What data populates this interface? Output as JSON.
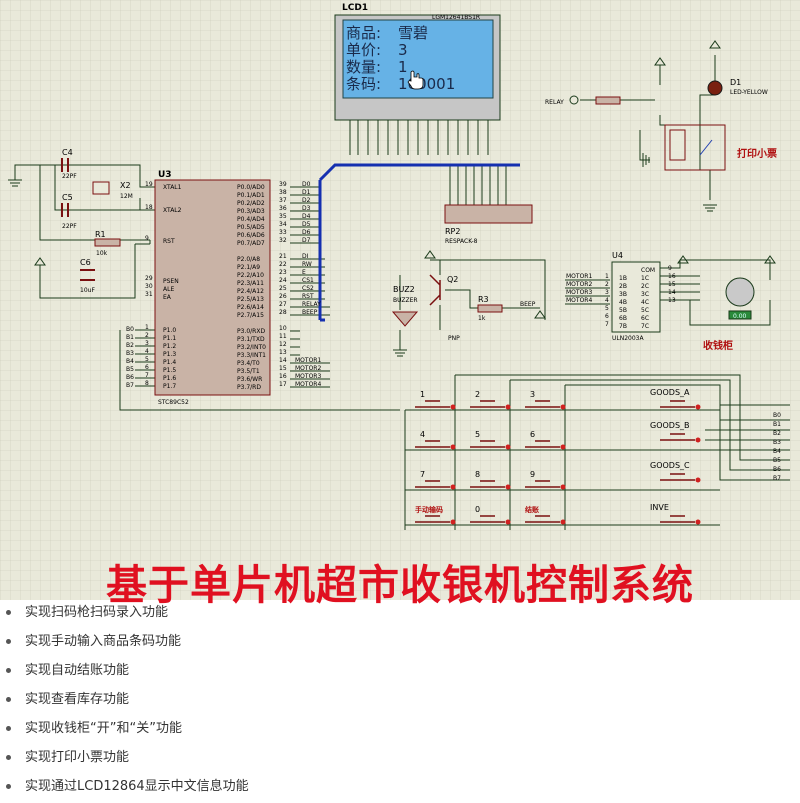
{
  "lcd": {
    "ref": "LCD1",
    "part": "LGM12641BS1R",
    "lines": [
      {
        "label": "商品:",
        "value": "雪碧"
      },
      {
        "label": "单价:",
        "value": "3"
      },
      {
        "label": "数量:",
        "value": "1"
      },
      {
        "label": "条码:",
        "value": "100001"
      }
    ]
  },
  "mcu": {
    "ref": "U3",
    "part": "STC89C52",
    "left_pins": [
      {
        "num": "19",
        "name": "XTAL1"
      },
      {
        "num": "18",
        "name": "XTAL2"
      },
      {
        "num": "9",
        "name": "RST"
      },
      {
        "num": "29",
        "name": "PSEN"
      },
      {
        "num": "30",
        "name": "ALE"
      },
      {
        "num": "31",
        "name": "EA"
      },
      {
        "num": "1",
        "name": "P1.0",
        "net": "B0"
      },
      {
        "num": "2",
        "name": "P1.1",
        "net": "B1"
      },
      {
        "num": "3",
        "name": "P1.2",
        "net": "B2"
      },
      {
        "num": "4",
        "name": "P1.3",
        "net": "B3"
      },
      {
        "num": "5",
        "name": "P1.4",
        "net": "B4"
      },
      {
        "num": "6",
        "name": "P1.5",
        "net": "B5"
      },
      {
        "num": "7",
        "name": "P1.6",
        "net": "B6"
      },
      {
        "num": "8",
        "name": "P1.7",
        "net": "B7"
      }
    ],
    "right_pins": [
      {
        "num": "39",
        "name": "P0.0/AD0",
        "net": "D0"
      },
      {
        "num": "38",
        "name": "P0.1/AD1",
        "net": "D1"
      },
      {
        "num": "37",
        "name": "P0.2/AD2",
        "net": "D2"
      },
      {
        "num": "36",
        "name": "P0.3/AD3",
        "net": "D3"
      },
      {
        "num": "35",
        "name": "P0.4/AD4",
        "net": "D4"
      },
      {
        "num": "34",
        "name": "P0.5/AD5",
        "net": "D5"
      },
      {
        "num": "33",
        "name": "P0.6/AD6",
        "net": "D6"
      },
      {
        "num": "32",
        "name": "P0.7/AD7",
        "net": "D7"
      },
      {
        "num": "21",
        "name": "P2.0/A8",
        "net": "DI"
      },
      {
        "num": "22",
        "name": "P2.1/A9",
        "net": "RW"
      },
      {
        "num": "23",
        "name": "P2.2/A10",
        "net": "E"
      },
      {
        "num": "24",
        "name": "P2.3/A11",
        "net": "CS1"
      },
      {
        "num": "25",
        "name": "P2.4/A12",
        "net": "CS2"
      },
      {
        "num": "26",
        "name": "P2.5/A13",
        "net": "RST"
      },
      {
        "num": "27",
        "name": "P2.6/A14",
        "net": "RELAY"
      },
      {
        "num": "28",
        "name": "P2.7/A15",
        "net": "BEEP"
      },
      {
        "num": "10",
        "name": "P3.0/RXD",
        "net": ""
      },
      {
        "num": "11",
        "name": "P3.1/TXD",
        "net": ""
      },
      {
        "num": "12",
        "name": "P3.2/INT0",
        "net": ""
      },
      {
        "num": "13",
        "name": "P3.3/INT1",
        "net": ""
      },
      {
        "num": "14",
        "name": "P3.4/T0",
        "net": "MOTOR1"
      },
      {
        "num": "15",
        "name": "P3.5/T1",
        "net": "MOTOR2"
      },
      {
        "num": "16",
        "name": "P3.6/WR",
        "net": "MOTOR3"
      },
      {
        "num": "17",
        "name": "P3.7/RD",
        "net": "MOTOR4"
      }
    ]
  },
  "components": {
    "c4": {
      "ref": "C4",
      "value": "22PF"
    },
    "c5": {
      "ref": "C5",
      "value": "22PF"
    },
    "x2": {
      "ref": "X2",
      "value": "12M"
    },
    "r1": {
      "ref": "R1",
      "value": "10k"
    },
    "c6": {
      "ref": "C6",
      "value": "10uF"
    },
    "rp2": {
      "ref": "RP2",
      "value": "RESPACK-8"
    },
    "buz2": {
      "ref": "BUZ2",
      "value": "BUZZER"
    },
    "q2": {
      "ref": "Q2",
      "value": "PNP"
    },
    "r3": {
      "ref": "R3",
      "value": "1k",
      "net": "BEEP"
    },
    "d1": {
      "ref": "D1",
      "value": "LED-YELLOW"
    },
    "relay_net": "RELAY",
    "u4": {
      "ref": "U4",
      "part": "ULN2003A",
      "in_nets": [
        "MOTOR1",
        "MOTOR2",
        "MOTOR3",
        "MOTOR4"
      ],
      "in_pins": [
        "1B",
        "2B",
        "3B",
        "4B",
        "5B",
        "6B",
        "7B"
      ],
      "out_pins": [
        "COM",
        "1C",
        "2C",
        "3C",
        "4C",
        "5C",
        "6C",
        "7C"
      ],
      "out_nums": [
        "9",
        "16",
        "15",
        "14",
        "13"
      ],
      "in_nums": [
        "1",
        "2",
        "3",
        "4",
        "5",
        "6",
        "7"
      ]
    },
    "motor_value": "0.00"
  },
  "labels": {
    "printer": "打印小票",
    "drawer": "收钱柜"
  },
  "keypad": {
    "keys": [
      "1",
      "2",
      "3",
      "4",
      "5",
      "6",
      "7",
      "8",
      "9",
      "手动输码",
      "0",
      "结账"
    ],
    "func_keys": [
      "GOODS_A",
      "GOODS_B",
      "GOODS_C",
      "INVE"
    ],
    "bus_nets": [
      "B0",
      "B1",
      "B2",
      "B3",
      "B4",
      "B5",
      "B6",
      "B7"
    ]
  },
  "title": "基于单片机超市收银机控制系统",
  "features": [
    "实现扫码枪扫码录入功能",
    "实现手动输入商品条码功能",
    "实现自动结账功能",
    "实现查看库存功能",
    "实现收钱柜“开”和“关”功能",
    "实现打印小票功能",
    "实现通过LCD12864显示中文信息功能"
  ],
  "colors": {
    "sheet": "#e9e9da",
    "grid": "#c9c9b8",
    "wire": "#1a3a1a",
    "component": "#7a1010",
    "mcu_fill": "#c9b3a6",
    "lcd_fill": "#66b2e6",
    "bus": "#1530b0",
    "title_red": "#e01020"
  }
}
